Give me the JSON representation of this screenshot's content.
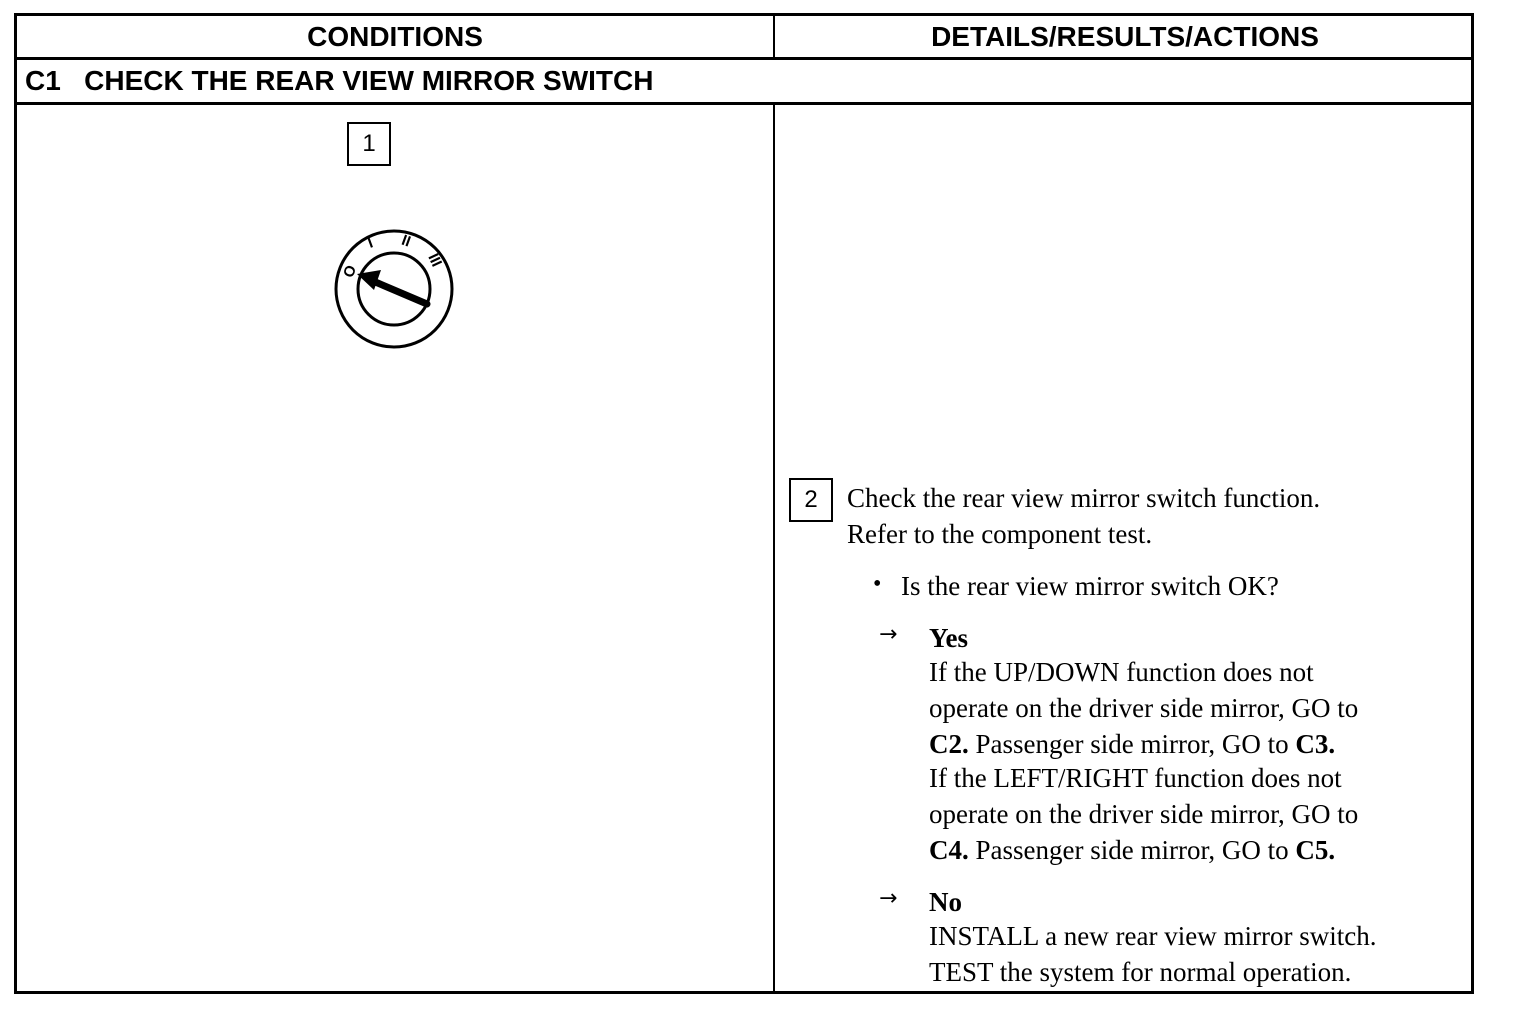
{
  "table": {
    "col_left_header": "CONDITIONS",
    "col_right_header": "DETAILS/RESULTS/ACTIONS",
    "section_title": "C1   CHECK THE REAR VIEW MIRROR SWITCH"
  },
  "step1": {
    "number": "1",
    "dial_labels": [
      "O",
      "I",
      "II",
      "III"
    ]
  },
  "step2": {
    "number": "2",
    "instruction_line1": "Check the rear view mirror switch function.",
    "instruction_line2": "Refer to the component test.",
    "question": "Is the rear view mirror switch OK?",
    "yes": {
      "arrow": "→",
      "label": "Yes",
      "line1": "If the UP/DOWN function does not",
      "line2": "operate on the driver side mirror, GO to",
      "line3_bold_a": "C2.",
      "line3_text": " Passenger side mirror, GO to ",
      "line3_bold_b": "C3.",
      "line4": "If the LEFT/RIGHT function does not",
      "line5": "operate on the driver side mirror, GO to",
      "line6_bold_a": "C4.",
      "line6_text": " Passenger side mirror, GO to ",
      "line6_bold_b": "C5."
    },
    "no": {
      "arrow": "→",
      "label": "No",
      "line1": "INSTALL a new rear view mirror switch.",
      "line2": "TEST the system for normal operation."
    }
  }
}
